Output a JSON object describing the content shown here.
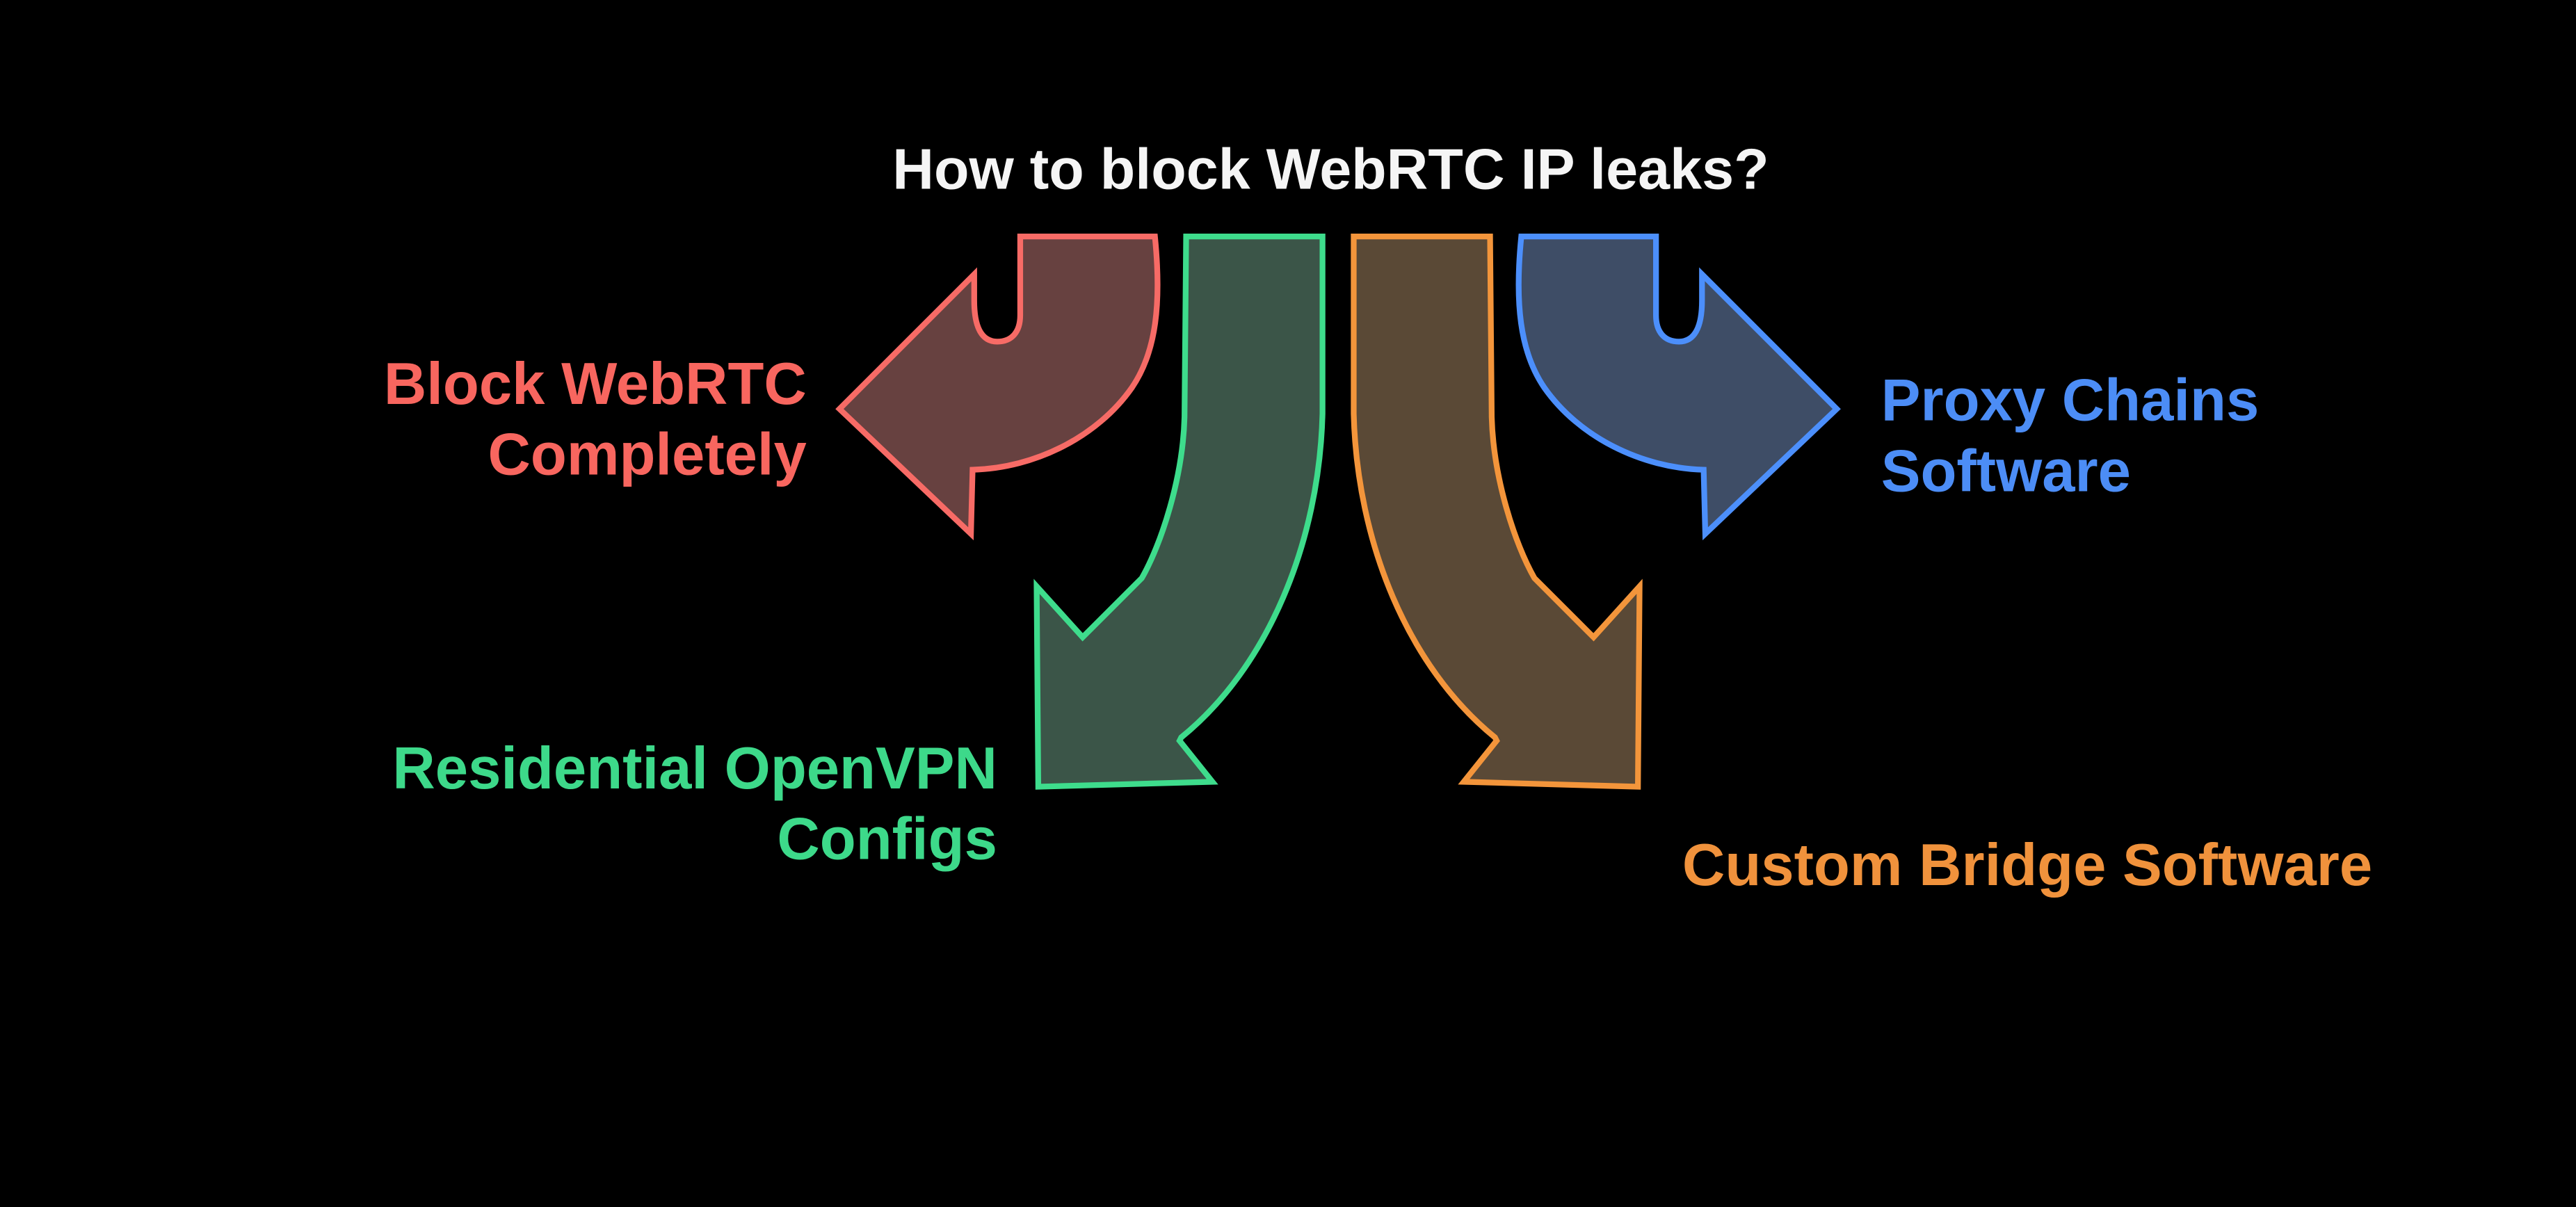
{
  "page": {
    "background": "#000000"
  },
  "title": {
    "text": "How to block WebRTC IP leaks?",
    "color": "#F5F5F5"
  },
  "arrows": [
    {
      "id": "block-webrtc-completely",
      "direction": "left",
      "label_lines": [
        "Block WebRTC",
        "Completely"
      ],
      "text_color": "#F8665F",
      "arrow_fill": "#674140",
      "arrow_stroke": "#F76B66"
    },
    {
      "id": "residential-openvpn-configs",
      "direction": "down-left",
      "label_lines": [
        "Residential OpenVPN",
        "Configs"
      ],
      "text_color": "#3DD98A",
      "arrow_fill": "#3B5548",
      "arrow_stroke": "#3EDC8C"
    },
    {
      "id": "custom-bridge-software",
      "direction": "down-right",
      "label_lines": [
        "Custom Bridge Software"
      ],
      "text_color": "#F0923C",
      "arrow_fill": "#5A4936",
      "arrow_stroke": "#F3953B"
    },
    {
      "id": "proxy-chains-software",
      "direction": "right",
      "label_lines": [
        "Proxy Chains",
        "Software"
      ],
      "text_color": "#4C8DF6",
      "arrow_fill": "#3E4D66",
      "arrow_stroke": "#4C8FFB"
    }
  ]
}
